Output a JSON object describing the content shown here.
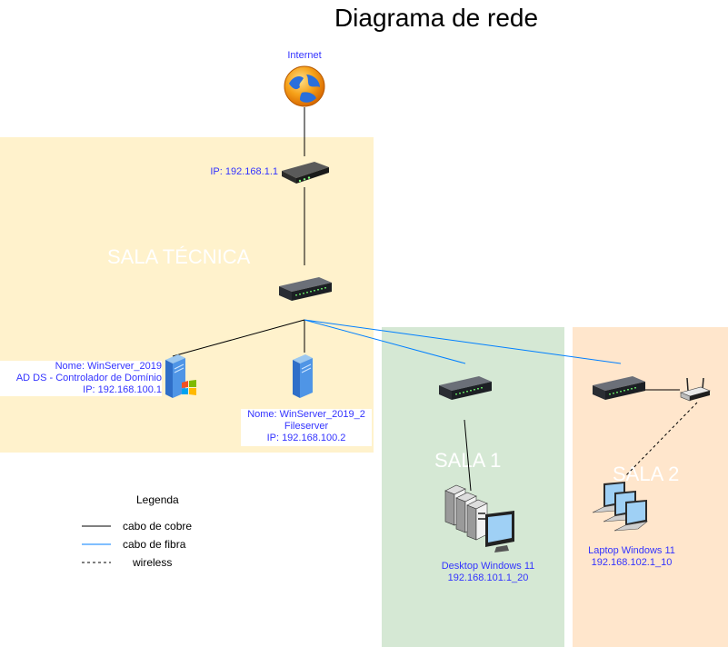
{
  "title": "Diagrama de rede",
  "zones": {
    "tecnica": {
      "label": "SALA TÉCNICA",
      "color": "#fff2cc"
    },
    "sala1": {
      "label": "SALA 1",
      "color": "#d5e8d4"
    },
    "sala2": {
      "label": "SALA 2",
      "color": "#ffe6cc"
    }
  },
  "nodes": {
    "internet": {
      "label": "Internet"
    },
    "router": {
      "label": "IP: 192.168.1.1"
    },
    "server1": {
      "line1": "Nome: WinServer_2019",
      "line2": "AD DS - Controlador de Domínio",
      "line3": "IP: 192.168.100.1"
    },
    "server2": {
      "line1": "Nome: WinServer_2019_2",
      "line2": "Fileserver",
      "line3": "IP: 192.168.100.2"
    },
    "desktops": {
      "line1": "Desktop Windows 11",
      "line2": "192.168.101.1_20"
    },
    "laptops": {
      "line1": "Laptop Windows 11",
      "line2": "192.168.102.1_10"
    }
  },
  "legend": {
    "title": "Legenda",
    "items": [
      {
        "style": "copper",
        "label": "cabo de cobre"
      },
      {
        "style": "fiber",
        "label": "cabo de fibra"
      },
      {
        "style": "wireless",
        "label": "wireless"
      }
    ]
  },
  "colors": {
    "label_text": "#3333ff",
    "copper": "#000000",
    "fiber": "#007fff",
    "wireless": "#000000"
  }
}
